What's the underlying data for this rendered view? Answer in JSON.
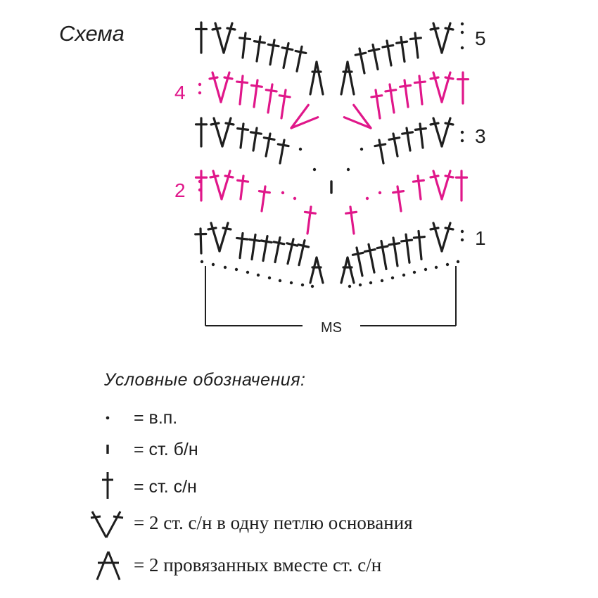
{
  "title": "Схема",
  "colors": {
    "dark": "#1e1e1e",
    "magenta": "#e0178a"
  },
  "rows": [
    {
      "label": "1",
      "color": "dark"
    },
    {
      "label": "2",
      "color": "magenta"
    },
    {
      "label": "3",
      "color": "dark"
    },
    {
      "label": "4",
      "color": "magenta"
    },
    {
      "label": "5",
      "color": "dark"
    }
  ],
  "repeat_label": "MS",
  "legend": {
    "title": "Условные обозначения:",
    "items": [
      {
        "symbol": "chain-icon",
        "text": "= в.п."
      },
      {
        "symbol": "single-crochet-icon",
        "text": "= ст. б/н"
      },
      {
        "symbol": "double-crochet-icon",
        "text": "= ст. с/н"
      },
      {
        "symbol": "increase-icon",
        "text": "= 2 ст. с/н в одну петлю основания"
      },
      {
        "symbol": "decrease-icon",
        "text": "= 2 провязанных вместе ст. с/н"
      }
    ]
  }
}
